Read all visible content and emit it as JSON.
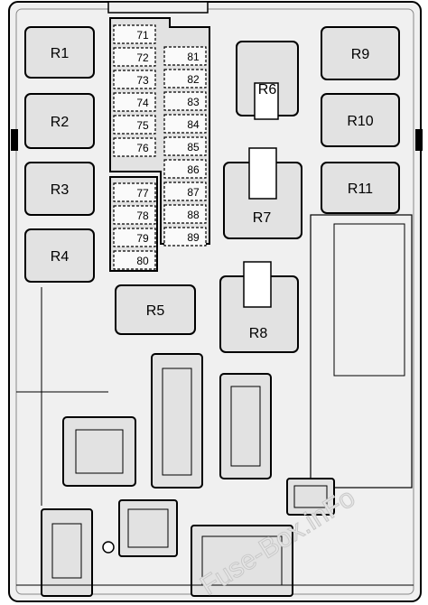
{
  "diagram": {
    "relays": [
      {
        "id": "r1",
        "label": "R1"
      },
      {
        "id": "r2",
        "label": "R2"
      },
      {
        "id": "r3",
        "label": "R3"
      },
      {
        "id": "r4",
        "label": "R4"
      },
      {
        "id": "r5",
        "label": "R5"
      },
      {
        "id": "r6",
        "label": "R6"
      },
      {
        "id": "r7",
        "label": "R7"
      },
      {
        "id": "r8",
        "label": "R8"
      },
      {
        "id": "r9",
        "label": "R9"
      },
      {
        "id": "r10",
        "label": "R10"
      },
      {
        "id": "r11",
        "label": "R11"
      }
    ],
    "fuses_left": [
      "71",
      "72",
      "73",
      "74",
      "75",
      "76",
      "77",
      "78",
      "79",
      "80"
    ],
    "fuses_right": [
      "81",
      "82",
      "83",
      "84",
      "85",
      "86",
      "87",
      "88",
      "89"
    ],
    "watermark": "Fuse-Box.inFo"
  }
}
